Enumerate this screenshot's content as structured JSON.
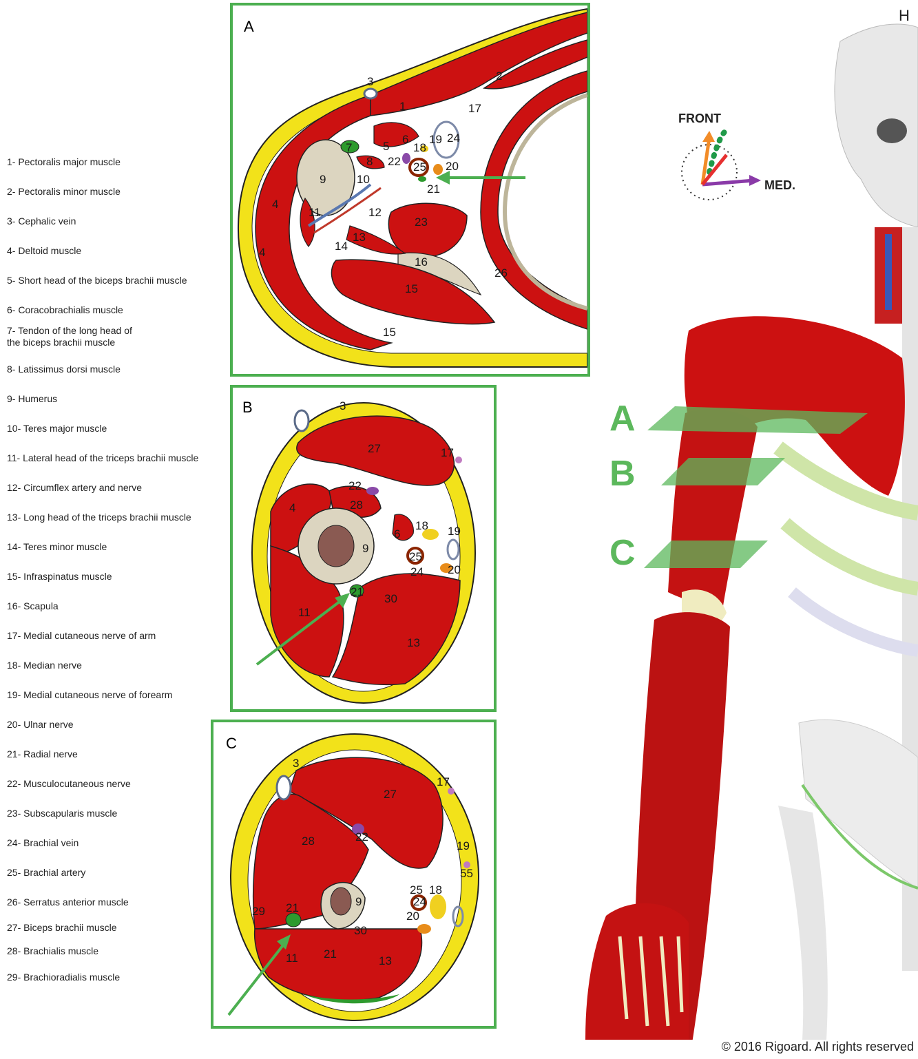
{
  "legend": [
    "1- Pectoralis major muscle",
    "2- Pectoralis minor muscle",
    "3- Cephalic vein",
    "4- Deltoid muscle",
    "5- Short head of the biceps brachii muscle",
    "6- Coracobrachialis muscle",
    "7- Tendon of the long head of\nthe biceps brachii muscle",
    "8- Latissimus dorsi muscle",
    "9- Humerus",
    "10- Teres major muscle",
    "11- Lateral head of the triceps brachii muscle",
    "12- Circumflex artery and nerve",
    "13- Long head of the triceps brachii muscle",
    "14- Teres minor muscle",
    "15- Infraspinatus muscle",
    "16- Scapula",
    "17- Medial cutaneous nerve of arm",
    "18- Median nerve",
    "19- Medial cutaneous nerve of forearm",
    "20- Ulnar nerve",
    "21- Radial nerve",
    "22- Musculocutaneous nerve",
    "23- Subscapularis muscle",
    "24- Brachial vein",
    "25- Brachial artery",
    "26- Serratus anterior muscle",
    "27- Biceps brachii muscle",
    "28- Brachialis muscle",
    "29- Brachioradialis muscle"
  ],
  "panels": {
    "a": {
      "label": "A",
      "numbers": [
        "3",
        "2",
        "1",
        "17",
        "6",
        "19",
        "24",
        "5",
        "18",
        "7",
        "8",
        "22",
        "25",
        "20",
        "9",
        "10",
        "21",
        "11",
        "12",
        "23",
        "13",
        "14",
        "16",
        "26",
        "15",
        "4",
        "4",
        "15"
      ]
    },
    "b": {
      "label": "B",
      "numbers": [
        "3",
        "17",
        "27",
        "22",
        "28",
        "4",
        "18",
        "19",
        "6",
        "9",
        "25",
        "20",
        "24",
        "21",
        "30",
        "11",
        "13"
      ]
    },
    "c": {
      "label": "C",
      "numbers": [
        "3",
        "17",
        "27",
        "22",
        "28",
        "19",
        "55",
        "25",
        "18",
        "24",
        "9",
        "20",
        "21",
        "29",
        "30",
        "21",
        "11",
        "13"
      ]
    }
  },
  "figure": {
    "orientation_top": "FRONT",
    "orientation_right": "MED.",
    "cut_labels": [
      "A",
      "B",
      "C"
    ],
    "head_letter": "H"
  },
  "copyright": "© 2016 Rigoard. All rights reserved",
  "colors": {
    "muscle": "#cc1111",
    "fat": "#f2e21a",
    "bone": "#dcd5c0",
    "frame": "#4caf50",
    "nerve_radial": "#2e9a2e",
    "nerve_median": "#f0d020",
    "nerve_ulnar": "#e88c1a",
    "nerve_mc": "#8a4aa8"
  }
}
